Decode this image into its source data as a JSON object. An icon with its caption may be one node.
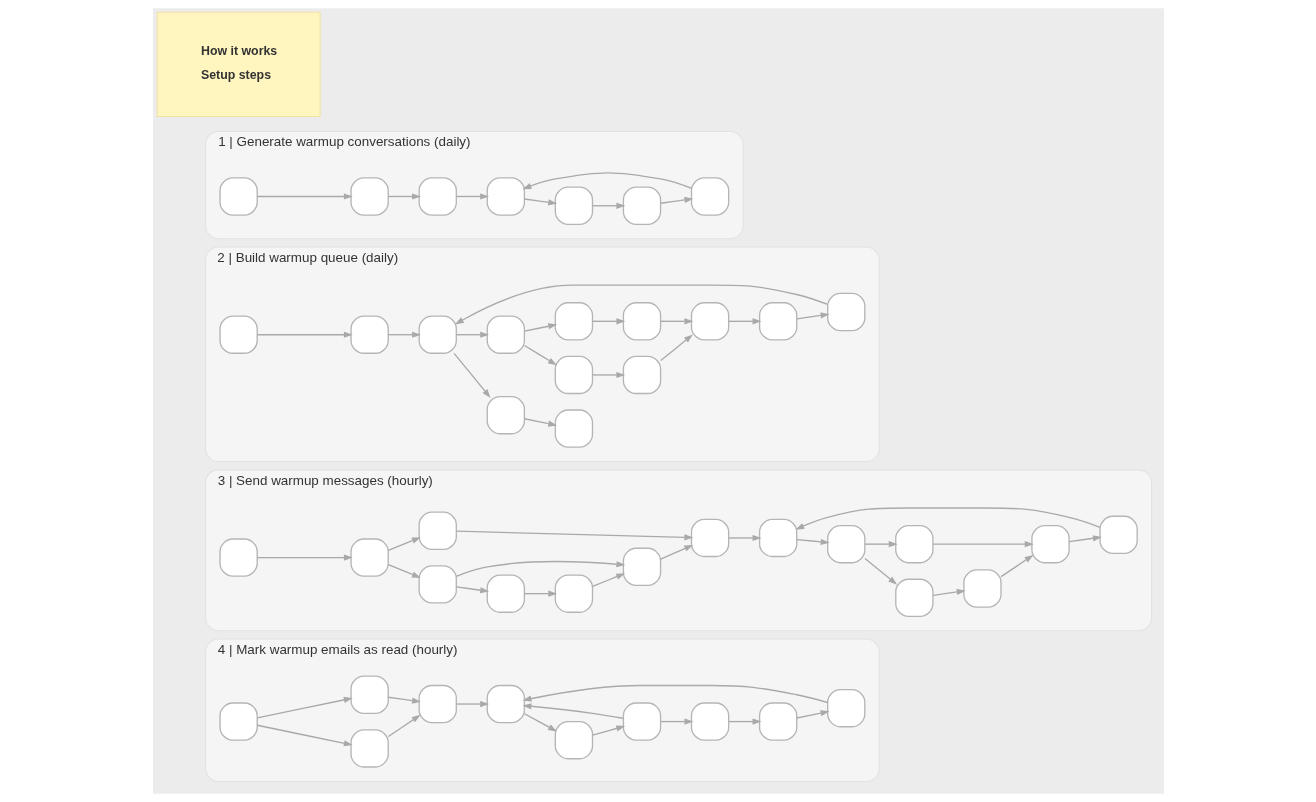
{
  "diagram": {
    "nodes": [
      {
        "text": [
          "How it works",
          "Setup steps"
        ]
      },
      {
        "text": [
          "1 | Generate warmup conversations (daily)"
        ]
      },
      {
        "text": [],
        "shape": "box",
        "in": 1
      },
      {
        "text": [],
        "shape": "box",
        "in": 1
      },
      {
        "text": [],
        "shape": "box",
        "in": 1
      },
      {
        "text": [],
        "shape": "box",
        "in": 1
      },
      {
        "text": [],
        "shape": "box",
        "in": 1
      },
      {
        "text": [],
        "shape": "box",
        "in": 1
      },
      {
        "text": [],
        "shape": "box",
        "in": 1
      },
      {
        "text": [
          "2 | Build warmup queue (daily)"
        ]
      },
      {
        "text": [],
        "shape": "box",
        "in": 9
      },
      {
        "text": [],
        "shape": "box",
        "in": 9
      },
      {
        "text": [],
        "shape": "box",
        "in": 9
      },
      {
        "text": [],
        "shape": "box",
        "in": 9
      },
      {
        "text": [],
        "shape": "box",
        "in": 9
      },
      {
        "text": [],
        "shape": "box",
        "in": 9
      },
      {
        "text": [],
        "shape": "box",
        "in": 9
      },
      {
        "text": [],
        "shape": "box",
        "in": 9
      },
      {
        "text": [],
        "shape": "box",
        "in": 9
      },
      {
        "text": [],
        "shape": "box",
        "in": 9
      },
      {
        "text": [],
        "shape": "box",
        "in": 9
      },
      {
        "text": [],
        "shape": "box",
        "in": 9
      },
      {
        "text": [],
        "shape": "box",
        "in": 9
      },
      {
        "text": [
          "3 | Send warmup messages (hourly)"
        ]
      },
      {
        "text": [],
        "shape": "box",
        "in": 23
      },
      {
        "text": [],
        "shape": "box",
        "in": 23
      },
      {
        "text": [],
        "shape": "box",
        "in": 23
      },
      {
        "text": [],
        "shape": "box",
        "in": 23
      },
      {
        "text": [],
        "shape": "box",
        "in": 23
      },
      {
        "text": [],
        "shape": "box",
        "in": 23
      },
      {
        "text": [],
        "shape": "box",
        "in": 23
      },
      {
        "text": [],
        "shape": "box",
        "in": 23
      },
      {
        "text": [],
        "shape": "box",
        "in": 23
      },
      {
        "text": [],
        "shape": "box",
        "in": 23
      },
      {
        "text": [],
        "shape": "box",
        "in": 23
      },
      {
        "text": [],
        "shape": "box",
        "in": 23
      },
      {
        "text": [],
        "shape": "box",
        "in": 23
      },
      {
        "text": [],
        "shape": "box",
        "in": 23
      },
      {
        "text": [],
        "shape": "box",
        "in": 23
      },
      {
        "text": [
          "4 | Mark warmup emails as read (hourly)"
        ]
      },
      {
        "text": [],
        "shape": "box",
        "in": 39
      },
      {
        "text": [],
        "shape": "box",
        "in": 39
      },
      {
        "text": [],
        "shape": "box",
        "in": 39
      },
      {
        "text": [],
        "shape": "box",
        "in": 39
      },
      {
        "text": [],
        "shape": "box",
        "in": 39
      },
      {
        "text": [],
        "shape": "box",
        "in": 39
      },
      {
        "text": [],
        "shape": "box",
        "in": 39
      },
      {
        "text": [],
        "shape": "box",
        "in": 39
      },
      {
        "text": [],
        "shape": "box",
        "in": 39
      },
      {
        "text": [],
        "shape": "box",
        "in": 39
      }
    ],
    "edges": [
      {
        "from": 2,
        "to": 3,
        "arrow": "to"
      },
      {
        "from": 3,
        "to": 4,
        "arrow": "to"
      },
      {
        "from": 4,
        "to": 5,
        "arrow": "to"
      },
      {
        "from": 5,
        "to": 6,
        "arrow": "to"
      },
      {
        "from": 6,
        "to": 7,
        "arrow": "to"
      },
      {
        "from": 7,
        "to": 8,
        "arrow": "to"
      },
      {
        "from": 8,
        "to": 5,
        "arrow": "to"
      },
      {
        "from": 10,
        "to": 11,
        "arrow": "to"
      },
      {
        "from": 11,
        "to": 12,
        "arrow": "to"
      },
      {
        "from": 12,
        "to": 13,
        "arrow": "to"
      },
      {
        "from": 12,
        "to": 14,
        "arrow": "to"
      },
      {
        "from": 13,
        "to": 15,
        "arrow": "to"
      },
      {
        "from": 14,
        "to": 16,
        "arrow": "to"
      },
      {
        "from": 14,
        "to": 17,
        "arrow": "to"
      },
      {
        "from": 16,
        "to": 18,
        "arrow": "to"
      },
      {
        "from": 17,
        "to": 19,
        "arrow": "to"
      },
      {
        "from": 18,
        "to": 20,
        "arrow": "to"
      },
      {
        "from": 19,
        "to": 20,
        "arrow": "to"
      },
      {
        "from": 20,
        "to": 21,
        "arrow": "to"
      },
      {
        "from": 21,
        "to": 22,
        "arrow": "to"
      },
      {
        "from": 22,
        "to": 12,
        "arrow": "to"
      },
      {
        "from": 24,
        "to": 25,
        "arrow": "to"
      },
      {
        "from": 25,
        "to": 26,
        "arrow": "to"
      },
      {
        "from": 25,
        "to": 30,
        "arrow": "to"
      },
      {
        "from": 26,
        "to": 27,
        "arrow": "to"
      },
      {
        "from": 26,
        "to": 29,
        "arrow": "to"
      },
      {
        "from": 27,
        "to": 28,
        "arrow": "to"
      },
      {
        "from": 28,
        "to": 29,
        "arrow": "to"
      },
      {
        "from": 29,
        "to": 31,
        "arrow": "to"
      },
      {
        "from": 30,
        "to": 31,
        "arrow": "to"
      },
      {
        "from": 31,
        "to": 32,
        "arrow": "to"
      },
      {
        "from": 32,
        "to": 33,
        "arrow": "to"
      },
      {
        "from": 33,
        "to": 35,
        "arrow": "to"
      },
      {
        "from": 33,
        "to": 34,
        "arrow": "to"
      },
      {
        "from": 34,
        "to": 36,
        "arrow": "to"
      },
      {
        "from": 35,
        "to": 37,
        "arrow": "to"
      },
      {
        "from": 36,
        "to": 37,
        "arrow": "to"
      },
      {
        "from": 37,
        "to": 38,
        "arrow": "to"
      },
      {
        "from": 38,
        "to": 32,
        "arrow": "to"
      },
      {
        "from": 40,
        "to": 41,
        "arrow": "to"
      },
      {
        "from": 40,
        "to": 42,
        "arrow": "to"
      },
      {
        "from": 41,
        "to": 43,
        "arrow": "to"
      },
      {
        "from": 42,
        "to": 43,
        "arrow": "to"
      },
      {
        "from": 43,
        "to": 44,
        "arrow": "to"
      },
      {
        "from": 44,
        "to": 45,
        "arrow": "to"
      },
      {
        "from": 45,
        "to": 46,
        "arrow": "to"
      },
      {
        "from": 46,
        "to": 47,
        "arrow": "to"
      },
      {
        "from": 46,
        "to": 44,
        "arrow": "to"
      },
      {
        "from": 47,
        "to": 48,
        "arrow": "to"
      },
      {
        "from": 48,
        "to": 49,
        "arrow": "to"
      },
      {
        "from": 49,
        "to": 44,
        "arrow": "to"
      }
    ]
  }
}
